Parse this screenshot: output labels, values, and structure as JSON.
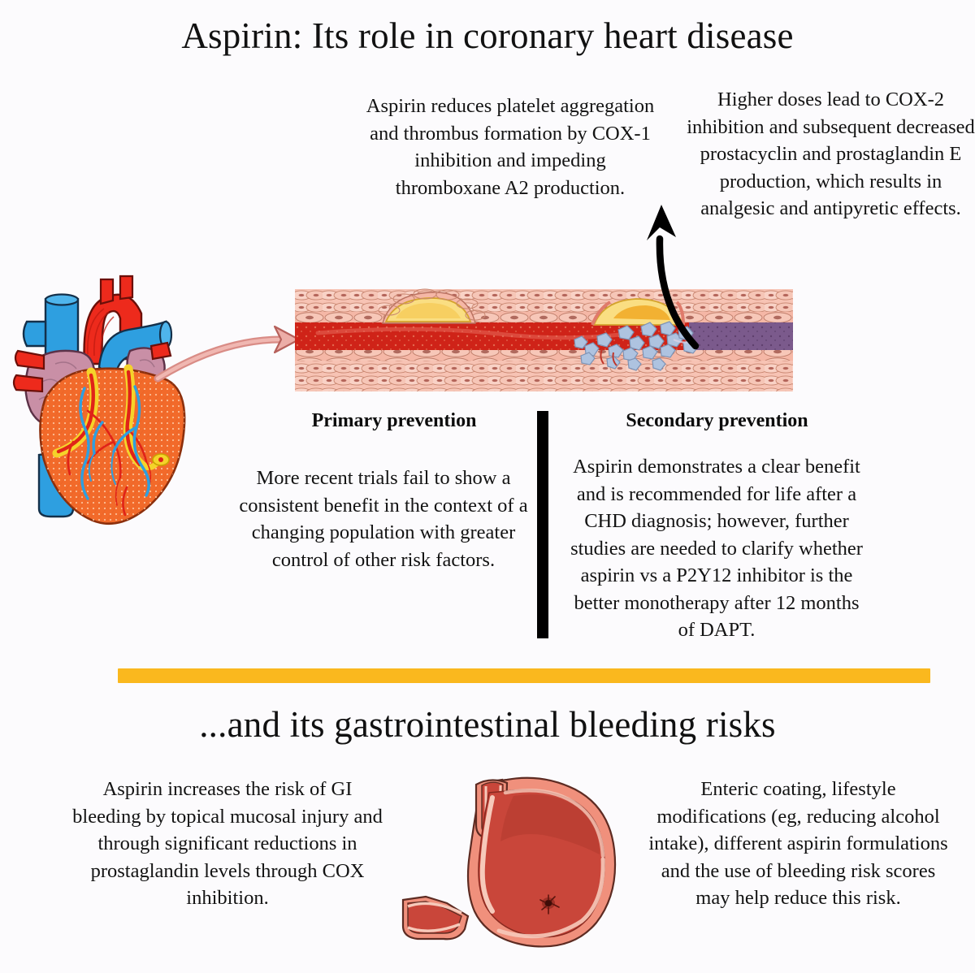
{
  "titles": {
    "top": "Aspirin: Its role in coronary heart disease",
    "bottom": "...and its gastrointestinal bleeding risks"
  },
  "text_blocks": {
    "cox1_mechanism": "Aspirin reduces platelet aggregation and thrombus formation by COX-1 inhibition and impeding thromboxane A2 production.",
    "cox2_mechanism": "Higher doses lead to COX-2 inhibition and subsequent decreased prostacyclin and prostaglandin E production, which results in analgesic and antipyretic effects.",
    "primary_prevention_heading": "Primary prevention",
    "primary_prevention_body": "More recent trials fail to show a consistent benefit in the context of a changing population with greater control of other risk factors.",
    "secondary_prevention_heading": "Secondary prevention",
    "secondary_prevention_body": "Aspirin demonstrates a clear benefit and is recommended for life after a CHD diagnosis; however, further studies are needed to clarify whether aspirin vs a P2Y12 inhibitor is the better monotherapy after 12 months of DAPT.",
    "gi_risk_left": "Aspirin increases the risk of GI bleeding by topical mucosal injury and through significant reductions in prostaglandin levels through COX inhibition.",
    "gi_risk_right": "Enteric coating, lifestyle modifications (eg, reducing alcohol intake), different aspirin formulations and the use of bleeding risk scores may help reduce this risk."
  },
  "illustrations": {
    "heart": "anatomical-heart-with-coronary-arteries",
    "artery": "artery-cross-section-with-atherosclerotic-plaque-and-thrombus",
    "stomach": "stomach-cross-section-with-ulcer",
    "arrow_heart_to_artery": "curved-salmon-arrow",
    "arrow_thrombus_to_text": "curved-black-arrow"
  },
  "colors": {
    "background": "#fcfbfd",
    "divider_yellow": "#fab81e",
    "divider_black": "#000000",
    "text": "#131313",
    "heart_ventricle_orange": "#f26a2a",
    "heart_atrium_mauve": "#c98fa6",
    "artery_red_blood": "#cf2318",
    "artery_wall_pink": "#f6b9a8",
    "plaque_yellow": "#f7d460",
    "platelet_blue": "#aec3e0",
    "deoxygenated_purple": "#7b5a8c",
    "stomach_outer_pink": "#f0907c",
    "stomach_inner_red": "#c9463a",
    "arrow_salmon": "#dd8a85",
    "vessel_blue": "#2e9fe0",
    "vessel_red": "#ed2a1c"
  }
}
